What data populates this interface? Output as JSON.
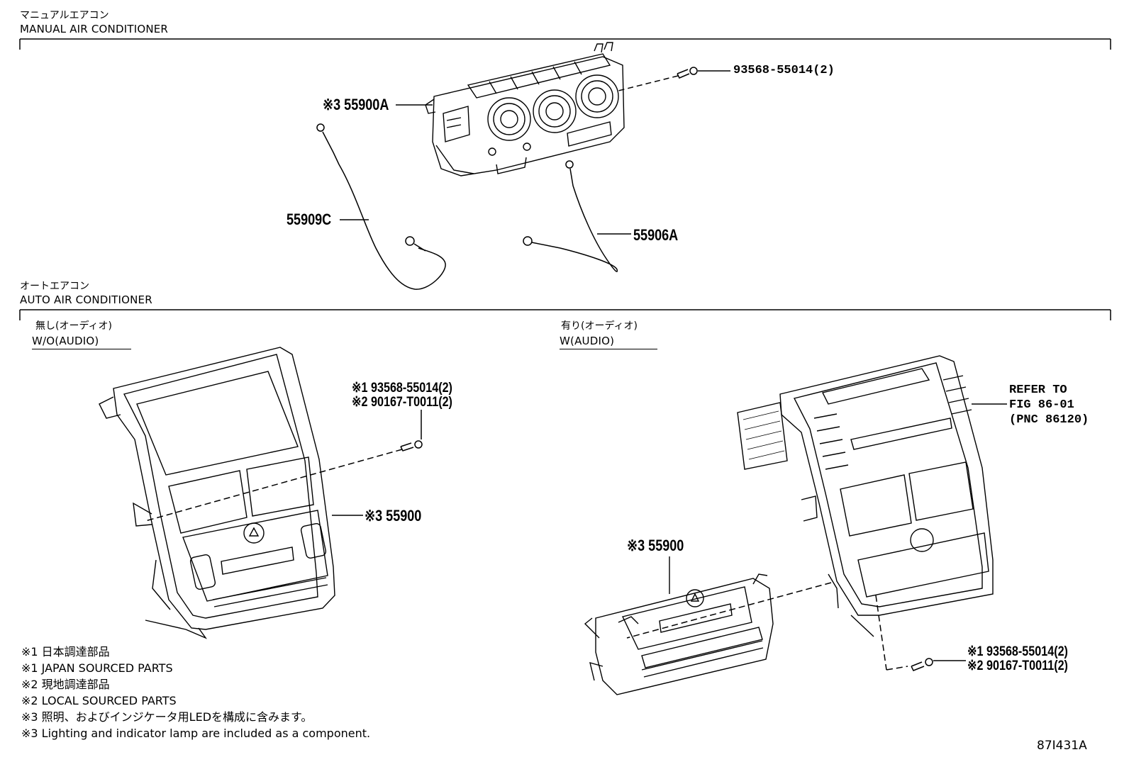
{
  "sections": {
    "manual": {
      "title_jp": "マニュアルエアコン",
      "title_en": "MANUAL AIR CONDITIONER"
    },
    "auto": {
      "title_jp": "オートエアコン",
      "title_en": "AUTO AIR CONDITIONER"
    }
  },
  "variants": {
    "wo_audio": {
      "label_jp": "無し(オーディオ)",
      "label_en": "W/O(AUDIO)"
    },
    "w_audio": {
      "label_jp": "有り(オーディオ)",
      "label_en": "W(AUDIO)"
    }
  },
  "parts": {
    "manual_unit": "※3 55900A",
    "manual_screw": "93568-55014(2)",
    "cable_c": "55909C",
    "cable_a": "55906A",
    "auto_wo_screw_1": "※1 93568-55014(2)",
    "auto_wo_screw_2": "※2 90167-T0011(2)",
    "auto_wo_unit": "※3 55900",
    "auto_w_unit": "※3 55900",
    "auto_w_screw_1": "※1 93568-55014(2)",
    "auto_w_screw_2": "※2 90167-T0011(2)",
    "refer_1": "REFER TO",
    "refer_2": "FIG 86-01",
    "refer_3": "(PNC 86120)"
  },
  "notes": [
    "※1 日本調達部品",
    "※1 JAPAN SOURCED PARTS",
    "※2 現地調達部品",
    "※2 LOCAL SOURCED PARTS",
    "※3 照明、およびインジケータ用LEDを構成に含みます。",
    "※3 Lighting and indicator lamp are included as a component."
  ],
  "figure_id": "87I431A"
}
